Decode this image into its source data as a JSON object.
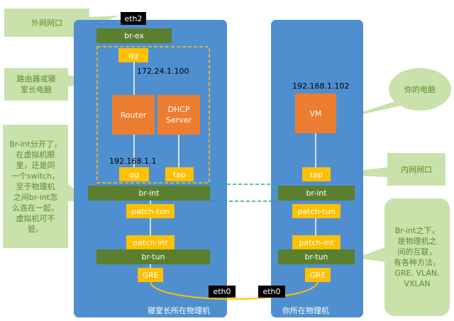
{
  "hosts": {
    "left_label": "寝室长所在物理机",
    "right_label": "你所在物理机"
  },
  "left": {
    "eth2": "eth2",
    "br_ex": "br-ex",
    "qg_top": "qg",
    "ip_external": "172.24.1.100",
    "router": "Router",
    "dhcp_line1": "DHCP",
    "dhcp_line2": "Server",
    "ip_internal": "192.168.1.1",
    "qg_bottom": "qg",
    "tap": "tap",
    "br_int": "br-int",
    "patch_tun": "patch-tun",
    "patch_int": "patch-int",
    "br_tun": "br-tun",
    "gre": "GRE",
    "eth0": "eth0"
  },
  "right": {
    "ip_vm": "192.168.1.102",
    "vm": "VM",
    "tap": "tap",
    "br_int": "br-int",
    "patch_tun": "patch-tun",
    "patch_int": "patch-int",
    "br_tun": "br-tun",
    "gre": "GRE",
    "eth0": "eth0"
  },
  "callouts": {
    "external_port": "外网网口",
    "router_pc_line1": "路由器或寝",
    "router_pc_line2": "室长电脑",
    "brint_line1": "Br-int分开了，",
    "brint_line2": "在虚拟机眼",
    "brint_line3": "里，还是同",
    "brint_line4": "一个switch，",
    "brint_line5": "至于物理机",
    "brint_line6": "之间br-int怎",
    "brint_line7": "么连在一起，",
    "brint_line8": "虚拟机可不",
    "brint_line9": "管。",
    "your_pc": "你的电脑",
    "internal_port": "内网网口",
    "under_line1": "Br-int之下，",
    "under_line2": "是物理机之",
    "under_line3": "间的互联，",
    "under_line4": "有各种方法，",
    "under_line5": "GRE, VLAN,",
    "under_line6": "VXLAN"
  },
  "colors": {
    "host_bg": "#4f8fcf",
    "bridge": "#5a7f2e",
    "port": "#ffc000",
    "node": "#ed7d31",
    "callout": "#c9e1ab",
    "callout_text": "#5b8c2a",
    "dashed": "#ffc000",
    "teal_dashed": "#1fa39a"
  }
}
